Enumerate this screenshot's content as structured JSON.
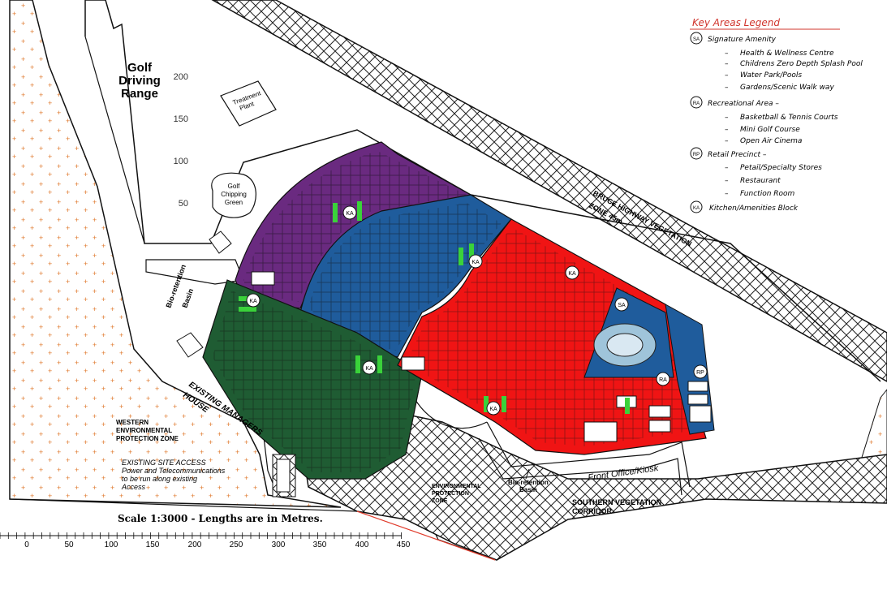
{
  "legend": {
    "title": "Key Areas Legend",
    "groups": [
      {
        "code": "SA",
        "name": "Signature Amenity",
        "items": [
          "Health & Wellness Centre",
          "Childrens Zero Depth Splash Pool",
          "Water Park/Pools",
          "Gardens/Scenic Walk way"
        ]
      },
      {
        "code": "RA",
        "name": "Recreational Area –",
        "items": [
          "Basketball & Tennis Courts",
          "Mini Golf Course",
          "Open Air Cinema"
        ]
      },
      {
        "code": "RP",
        "name": "Retail Precinct –",
        "items": [
          "Petail/Specialty Stores",
          "Restaurant",
          "Function Room"
        ]
      },
      {
        "code": "KA",
        "name": "Kitchen/Amenities Block",
        "items": []
      }
    ]
  },
  "labels": {
    "golf_range_1": "Golf",
    "golf_range_2": "Driving",
    "golf_range_3": "Range",
    "treatment_plant_1": "Treatment",
    "treatment_plant_2": "Plant",
    "golf_chipping_1": "Golf",
    "golf_chipping_2": "Chipping",
    "golf_chipping_3": "Green",
    "bioretention_1": "Bio-retention",
    "bioretention_2": "Basin",
    "highway_1": "BRUCE HIGHWAY VEGETATION",
    "highway_2": "ZONE 45m",
    "managers_1": "EXISTING MANAGERS",
    "managers_2": "HOUSE",
    "western_1": "WESTERN",
    "western_2": "ENVIRONMENTAL",
    "western_3": "PROTECTION ZONE",
    "site_access_1": "EXISTING SITE ACCESS",
    "site_access_2": "Power and Telecommunications",
    "site_access_3": "to be run along existing",
    "site_access_4": "Access",
    "env_zone_1": "ENVIRONMENTAL",
    "env_zone_2": "PROTECTION",
    "env_zone_3": "ZONE",
    "bio_basin_bottom_1": "Bio-retention",
    "bio_basin_bottom_2": "Basin",
    "front_office": "Front Office/Kiosk",
    "southern_1": "SOUTHERN VEGETATION",
    "southern_2": "CORRIDOR",
    "scale_text": "Scale 1:3000 - Lengths are in Metres."
  },
  "top_scale_ticks": [
    "200",
    "150",
    "100",
    "50"
  ],
  "bottom_scale_ticks": [
    "0",
    "50",
    "100",
    "150",
    "200",
    "250",
    "300",
    "350",
    "400",
    "450"
  ],
  "markers": {
    "ka": "KA",
    "sa": "SA",
    "ra": "RA",
    "rp": "RP"
  },
  "colors": {
    "purple_zone": "#6a2a80",
    "blue_zone": "#1f5c9c",
    "red_zone": "#f01414",
    "green_zone": "#1f5c33",
    "legend_title": "#d0342c",
    "hatch": "#222222",
    "dot": "#e07a2e"
  }
}
